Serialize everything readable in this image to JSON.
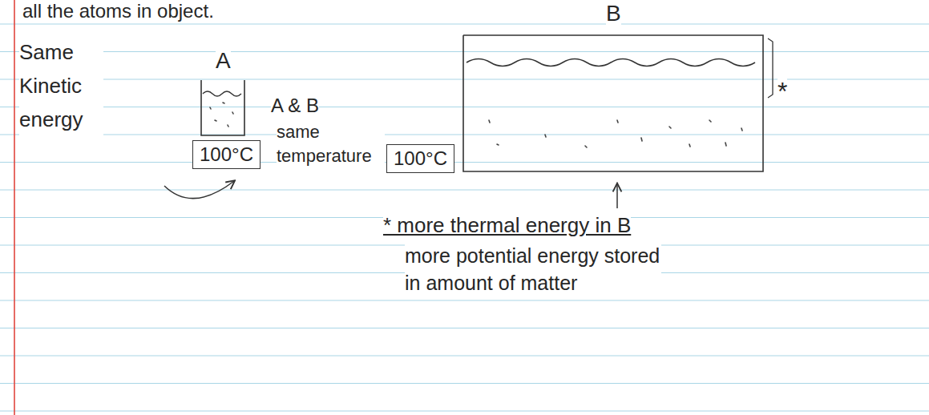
{
  "diagram": {
    "nodes": [
      {
        "text": [
          "A"
        ]
      },
      {
        "text": [
          "100°C"
        ]
      },
      {
        "text": [
          "B"
        ]
      },
      {
        "text": [
          "100°C"
        ]
      }
    ],
    "labels": [
      "all the atoms in object.",
      "Same Kinetic energy",
      "A & B",
      "same temperature",
      "*",
      "* more thermal energy in B",
      "more potential energy stored in amount of matter"
    ]
  }
}
